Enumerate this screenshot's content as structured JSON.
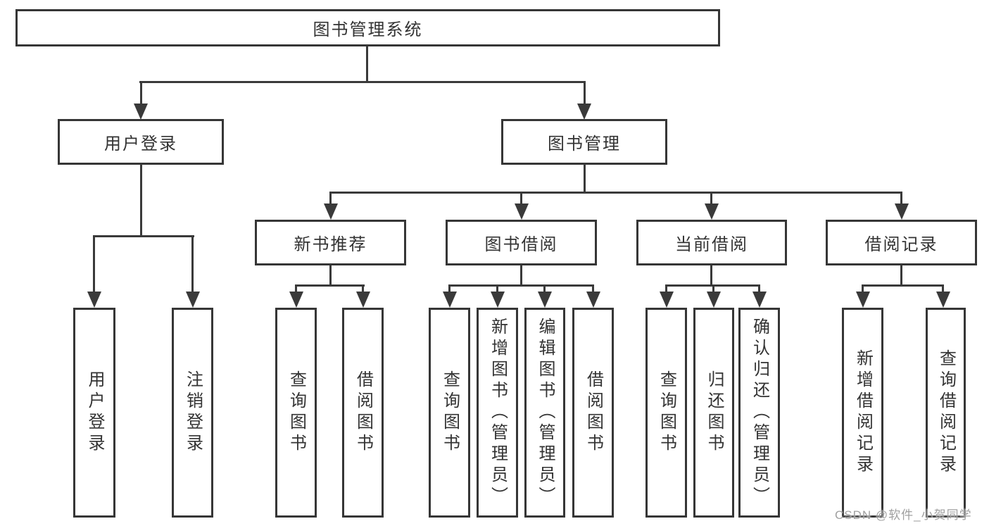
{
  "diagram_type": "hierarchy-chart",
  "tree": {
    "label": "图书管理系统",
    "children": [
      {
        "label": "用户登录",
        "children": [
          {
            "label": "用户登录"
          },
          {
            "label": "注销登录"
          }
        ]
      },
      {
        "label": "图书管理",
        "children": [
          {
            "label": "新书推荐",
            "children": [
              {
                "label": "查询图书"
              },
              {
                "label": "借阅图书"
              }
            ]
          },
          {
            "label": "图书借阅",
            "children": [
              {
                "label": "查询图书"
              },
              {
                "label": "新增图书（管理员）"
              },
              {
                "label": "编辑图书（管理员）"
              },
              {
                "label": "借阅图书"
              }
            ]
          },
          {
            "label": "当前借阅",
            "children": [
              {
                "label": "查询图书"
              },
              {
                "label": "归还图书"
              },
              {
                "label": "确认归还（管理员）"
              }
            ]
          },
          {
            "label": "借阅记录",
            "children": [
              {
                "label": "新增借阅记录"
              },
              {
                "label": "查询借阅记录"
              }
            ]
          }
        ]
      }
    ]
  },
  "watermark": "CSDN @软件_小贺同学",
  "colors": {
    "line": "#3a3a3a",
    "text": "#333333",
    "background": "#ffffff",
    "watermark": "#a0a0a0"
  }
}
